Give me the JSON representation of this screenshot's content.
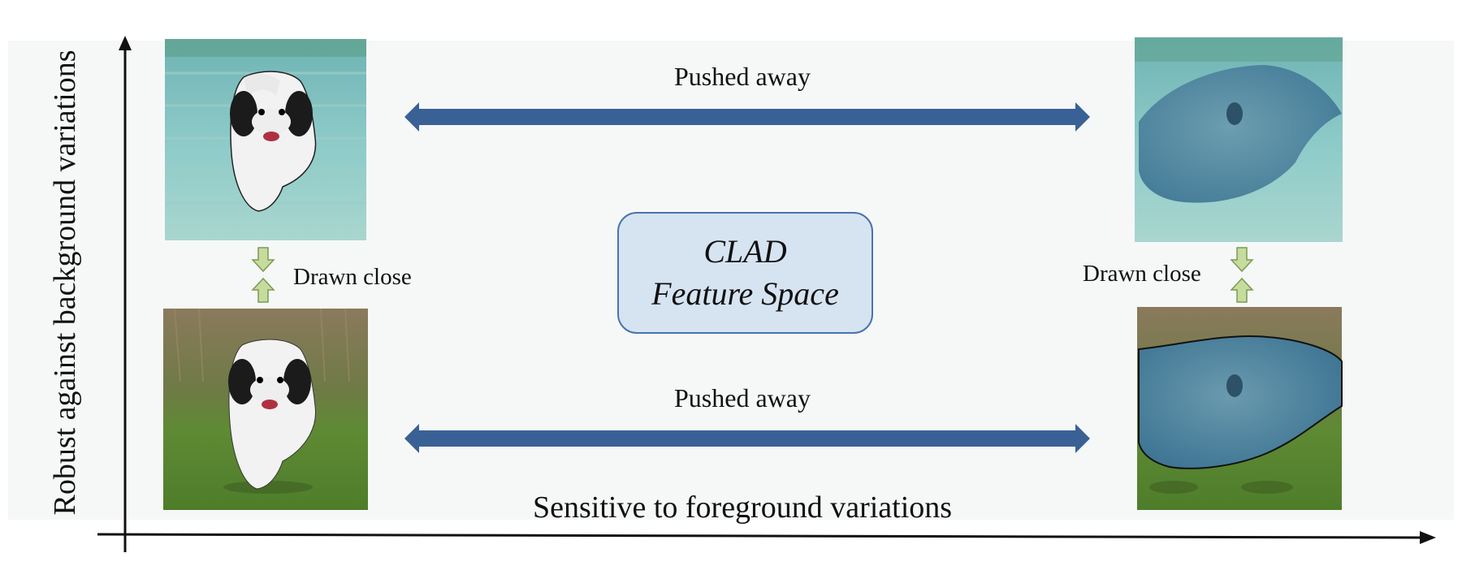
{
  "diagram": {
    "center_box": {
      "line1": "CLAD",
      "line2": "Feature Space"
    },
    "arrows": {
      "top_horizontal": "Pushed away",
      "bottom_horizontal": "Pushed away",
      "left_vertical": "Drawn close",
      "right_vertical": "Drawn close"
    },
    "axes": {
      "x_label": "Sensitive to foreground variations",
      "y_label": "Robust against background variations"
    },
    "images": [
      {
        "id": "dog-on-water-background",
        "subject": "dog",
        "background": "underwater"
      },
      {
        "id": "dog-on-grass",
        "subject": "dog",
        "background": "grass"
      },
      {
        "id": "stingray-on-water",
        "subject": "stingray",
        "background": "underwater"
      },
      {
        "id": "stingray-on-grass",
        "subject": "stingray",
        "background": "grass"
      }
    ],
    "colors": {
      "arrow_blue": "#3a6195",
      "small_arrow_green": "#c7dc9c",
      "box_fill": "#d6e4f2",
      "box_border": "#4a73ad",
      "panel_bg": "#f6f8f8"
    }
  }
}
